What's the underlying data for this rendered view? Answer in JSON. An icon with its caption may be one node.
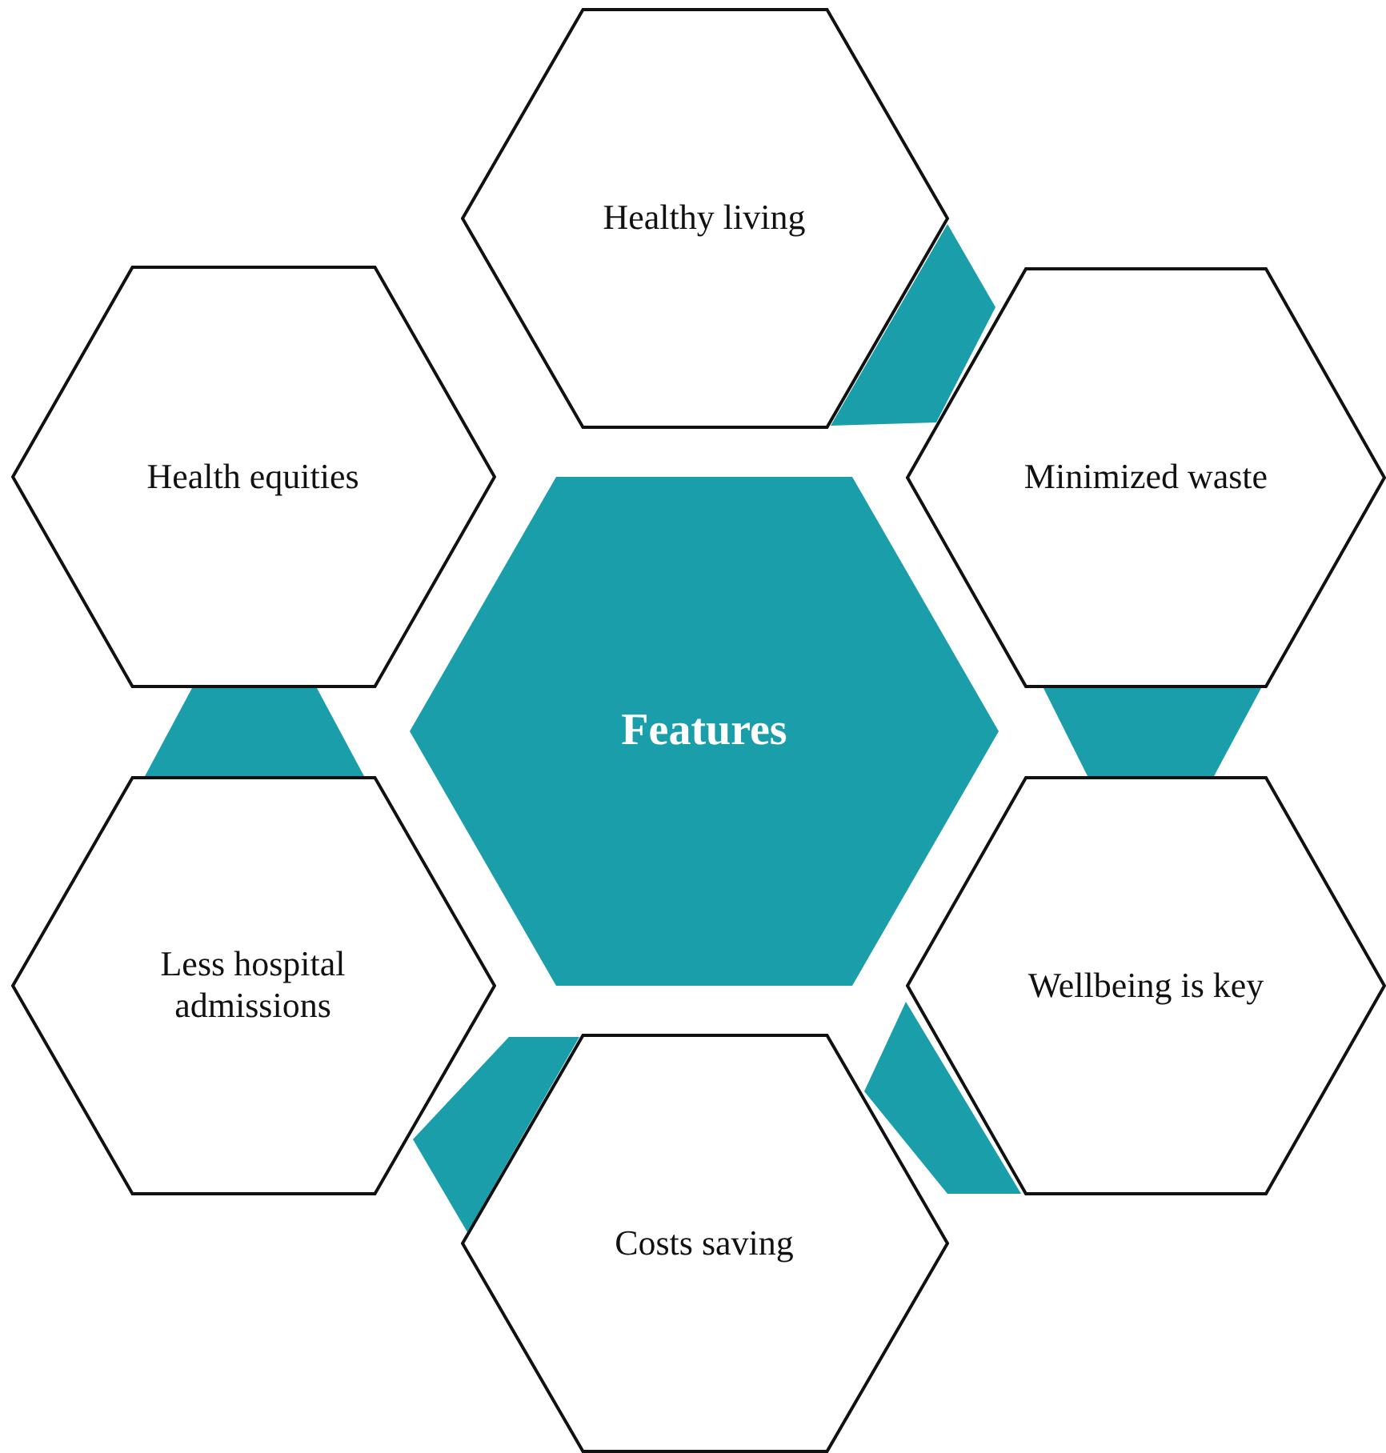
{
  "diagram": {
    "nodes": [
      {
        "text": [
          "Healthy living"
        ]
      },
      {
        "text": [
          "Health equities"
        ]
      },
      {
        "text": [
          "Minimized waste"
        ]
      },
      {
        "text": [
          "Features"
        ]
      },
      {
        "text": [
          "Less hospital admissions"
        ]
      },
      {
        "text": [
          "Wellbeing is key"
        ]
      },
      {
        "text": [
          "Costs saving"
        ]
      }
    ],
    "edges": []
  }
}
